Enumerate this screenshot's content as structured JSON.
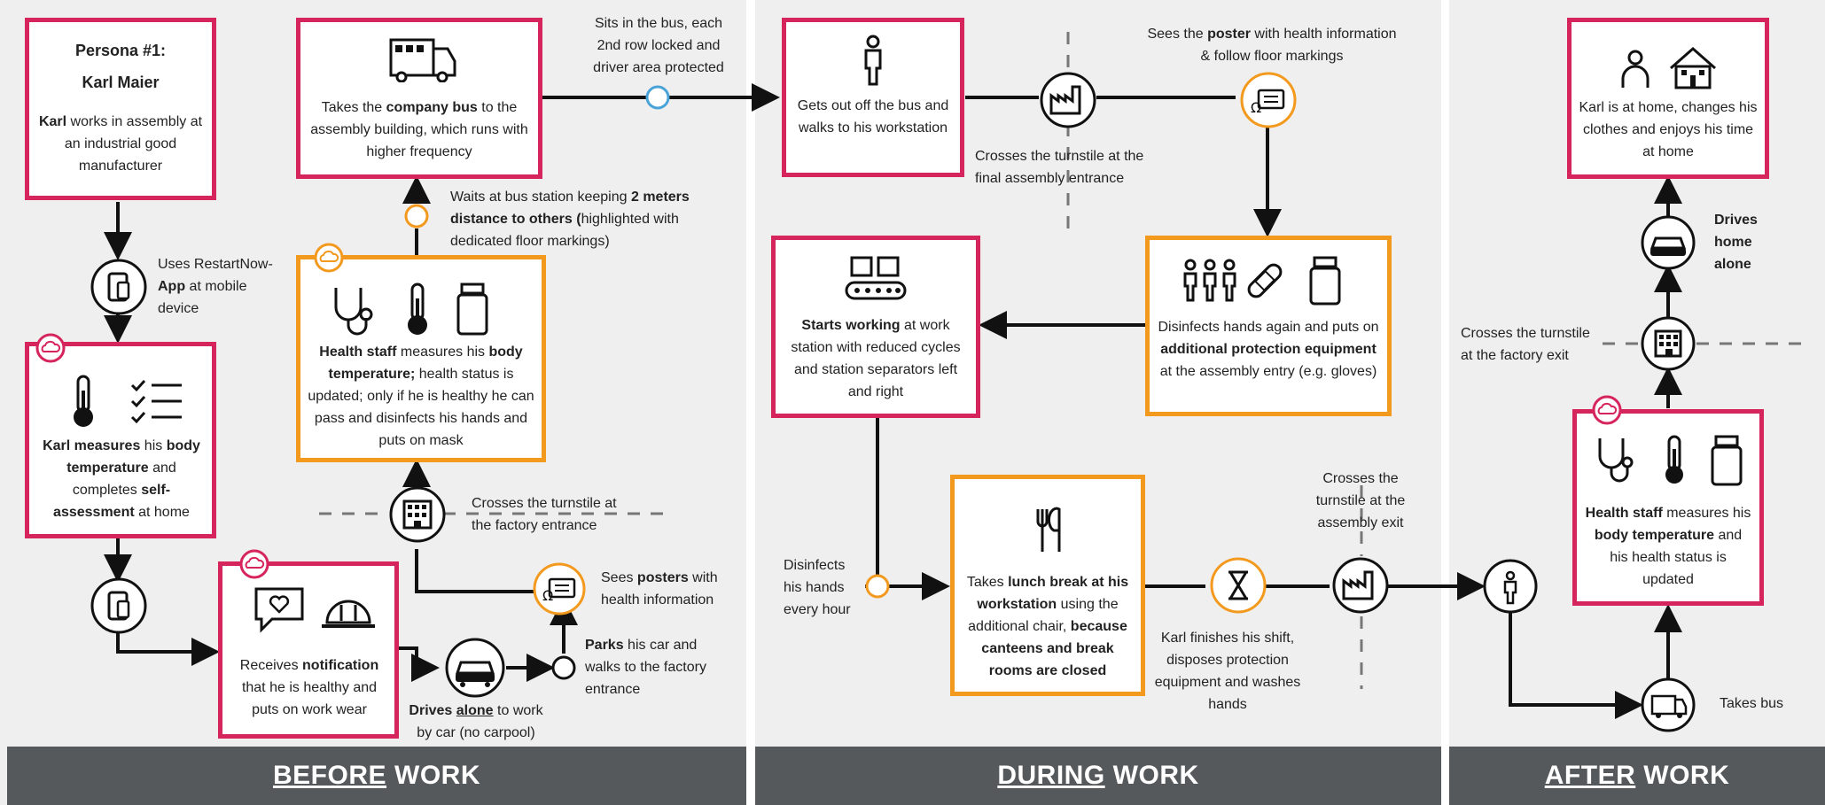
{
  "colors": {
    "pink": "#d6245c",
    "orange": "#f39a1e",
    "bar": "#56595c",
    "panel": "#efefef"
  },
  "phases": {
    "before": {
      "u": "BEFORE",
      "rest": "WORK"
    },
    "during": {
      "u": "DURING",
      "rest": "WORK"
    },
    "after": {
      "u": "AFTER",
      "rest": "WORK"
    }
  },
  "persona": {
    "line1": "Persona #1:",
    "line2": "Karl Maier",
    "desc_b": "Karl",
    "desc_rest": " works in assembly at an industrial good manufacturer"
  },
  "steps": {
    "app": {
      "pre": "Uses RestartNow-",
      "b": "App",
      "post": " at mobile device"
    },
    "measure": {
      "b1": "Karl measures",
      "t1": " his ",
      "b2": "body temperature",
      "t2": " and completes ",
      "b3": "self-assessment",
      "t3": " at home"
    },
    "notify": {
      "t1": "Receives ",
      "b1": "notification",
      "t2": " that he is healthy and puts on work wear"
    },
    "drive": {
      "b1": "Drives ",
      "bu": "alone",
      "t1": " to work by car (no carpool)"
    },
    "park": {
      "b1": "Parks",
      "t1": " his car and walks to the factory entrance"
    },
    "posters": {
      "t1": "Sees ",
      "b1": "posters",
      "t2": " with health information"
    },
    "turnstile_entrance": "Crosses the turnstile at the factory entrance",
    "health_staff": {
      "b1": "Health staff",
      "t1": " measures his ",
      "b2": "body temperature;",
      "t2": " health status is updated; only if he is healthy he can pass and disinfects his hands and puts on mask"
    },
    "wait": {
      "t1": "Waits at bus station keeping ",
      "b1": "2 meters distance to others (",
      "t2": "highlighted with dedicated floor markings)"
    },
    "bus": {
      "t1": "Takes the ",
      "b1": "company bus",
      "t2": " to the assembly building, which runs with higher frequency"
    },
    "bus_seat": "Sits in the bus, each 2nd row locked and driver area protected",
    "getout": "Gets out off the bus and walks to his workstation",
    "turnstile_final": "Crosses the turnstile at the final assembly entrance",
    "poster_floor": {
      "t1": "Sees the ",
      "b1": "poster",
      "t2": " with health information & follow floor markings"
    },
    "disinfect_again": {
      "t1": "Disinfects hands again and puts on ",
      "b1": "additional protection equipment",
      "t2": " at the assembly entry (e.g. gloves)"
    },
    "start_work": {
      "b1": "Starts working",
      "t1": " at work station with reduced cycles and station separators left and right"
    },
    "disinfect_hourly": "Disinfects his hands every hour",
    "lunch": {
      "t1": "Takes ",
      "b1": "lunch break at his workstation",
      "t2": " using the additional chair, ",
      "b2": "because canteens and break rooms are closed"
    },
    "finish": "Karl finishes his shift, disposes protection equipment and washes hands",
    "turnstile_assembly_exit": "Crosses the turnstile at the assembly exit",
    "takes_bus": "Takes bus",
    "health_after": {
      "b1": "Health staff",
      "t1": " measures his ",
      "b2": "body temperature",
      "t2": " and his health status is updated"
    },
    "turnstile_exit": "Crosses the turnstile at the factory exit",
    "drive_home": "Drives home alone",
    "home": "Karl is at home, changes his clothes and enjoys his time at home"
  },
  "icons": [
    "bus-icon",
    "person-icon",
    "home-icon",
    "phone-icon",
    "thermometer-icon",
    "checklist-icon",
    "stethoscope-icon",
    "bottle-icon",
    "chat-heart-icon",
    "helmet-icon",
    "car-icon",
    "poster-icon",
    "building-icon",
    "factory-icon",
    "conveyor-icon",
    "family-icon",
    "bandage-icon",
    "cutlery-icon",
    "hourglass-icon",
    "cloud-badge-icon"
  ]
}
